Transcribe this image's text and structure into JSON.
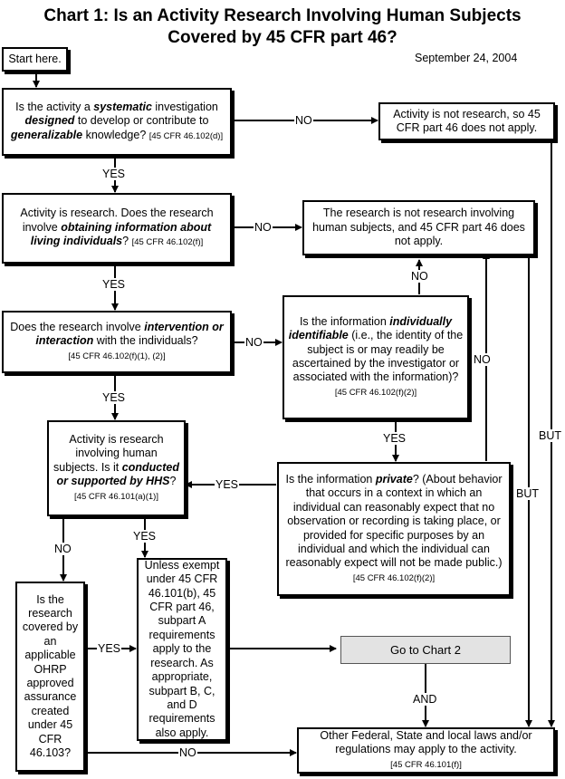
{
  "title_line1": "Chart 1:  Is an Activity Research Involving Human Subjects",
  "title_line2": "Covered by 45 CFR part 46?",
  "date": "September 24, 2004",
  "start": "Start here.",
  "q1": {
    "a": "Is the activity a ",
    "b": "systematic",
    "c": " investigation ",
    "d": "designed",
    "e": " to develop or contribute to ",
    "f": "generalizable",
    "g": " knowledge? ",
    "cite": "[45 CFR 46.102(d)]"
  },
  "not_research": "Activity is not research, so 45 CFR part 46 does not apply.",
  "q2": {
    "a": "Activity is research.  Does the research involve ",
    "b": "obtaining information about living individuals",
    "c": "? ",
    "cite": "[45 CFR 46.102(f)]"
  },
  "not_human": "The research is not research involving human subjects, and 45 CFR part 46 does not apply.",
  "q3": {
    "a": "Does the research involve ",
    "b": "intervention or interaction",
    "c": " with the individuals?",
    "cite": "[45 CFR 46.102(f)(1), (2)]"
  },
  "q4": {
    "a": "Is the information ",
    "b": "individually identifiable",
    "c": " (i.e., the identity of the subject is or may readily be ascertained by the investigator or associated with the information)?",
    "cite": "[45 CFR 46.102(f)(2)]"
  },
  "q5": {
    "a": "Activity is research involving human subjects.  Is it ",
    "b": "conducted or supported by HHS",
    "c": "?",
    "cite": "[45 CFR 46.101(a)(1)]"
  },
  "q6": {
    "a": "Is the information ",
    "b": "private",
    "c": "?  (About behavior that occurs in a context in which an individual can reasonably expect that no observation or recording is taking place, or provided for specific purposes by an individual and which the individual can reasonably expect will not be made public.) ",
    "cite": "[45 CFR 46.102(f)(2)]"
  },
  "q7": "Is the research covered by an applicable OHRP approved assurance created under 45 CFR 46.103?",
  "exempt": "Unless exempt under 45 CFR 46.101(b), 45 CFR part 46, subpart A requirements apply to the research. As appropriate, subpart B, C, and D requirements also apply.",
  "go_chart2": "Go to Chart 2",
  "other_laws": {
    "text": "Other Federal, State and local laws and/or regulations may apply to the activity.",
    "cite": "[45 CFR 46.101(f)]"
  },
  "labels": {
    "no": "NO",
    "yes": "YES",
    "but": "BUT",
    "and": "AND"
  }
}
